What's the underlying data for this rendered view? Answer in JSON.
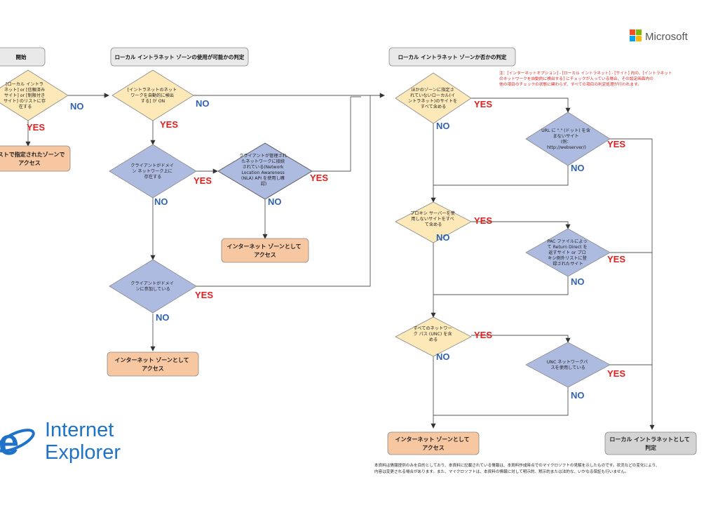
{
  "brand": {
    "microsoft": "Microsoft",
    "ie_line1": "Internet",
    "ie_line2": "Explorer"
  },
  "headers": {
    "start": "開始",
    "local_check": "ローカル イントラネット ゾーンの使用が可能かの判定",
    "zone_check": "ローカル イントラネット ゾーンか否かの判定"
  },
  "note": {
    "line1": "注：[インターネットオプション] - [ローカル イントラネット] - [サイト] 内の、[イントラネット",
    "line2": "のネットワークを自動的に検出する] にチェックが入っている場合、その設定画面内の",
    "line3": "他の項目のチェックの状態に関わらず、すべての項目の判定処理が行われます。"
  },
  "diamonds": {
    "d0": [
      "[ローカル イントラ",
      "ネット] or [信頼済み",
      "サイト] or [制限付き",
      "サイト] のリストに存",
      "在する"
    ],
    "d1": [
      "[イントラネットのネット",
      "ワークを自動的に検出",
      "する] が ON"
    ],
    "d2": [
      "クライアントがドメイ",
      "ン ネットワーク上に",
      "存在する"
    ],
    "d3": [
      "クライアントが管理され",
      "たネットワークに接続",
      "されている(Network",
      "Location Awareness",
      "(NLA) API を使用し確",
      "認)"
    ],
    "d4": [
      "クライアントがドメイ",
      "ンに参加している"
    ],
    "d5": [
      "ほかのゾーンに指定さ",
      "れていないローカル(イ",
      "ントラネット)のサイトを",
      "すべて含める"
    ],
    "d6": [
      "URL に \".\" (ドット) を含",
      "まないサイト",
      "(例：",
      "http://webserver/)"
    ],
    "d7": [
      "プロキシ サーバーを使",
      "用しないサイトをすべ",
      "て含める"
    ],
    "d8": [
      "PAC ファイルによっ",
      "て Return Direct を",
      "返すサイト or プロ",
      "キシ例外リストに登",
      "録されたサイト"
    ],
    "d9": [
      "すべてのネットワー",
      "ク パス (UNC) を含",
      "める"
    ],
    "d10": [
      "UNC ネットワークパ",
      "スを使用している"
    ]
  },
  "boxes": {
    "list_zone": [
      "リストで指定されたゾーンで",
      "アクセス"
    ],
    "internet1": [
      "インターネット ゾーンとして",
      "アクセス"
    ],
    "internet2": [
      "インターネット ゾーンとして",
      "アクセス"
    ],
    "internet3": [
      "インターネット ゾーンとして",
      "アクセス"
    ],
    "local": [
      "ローカル イントラネットとして",
      "判定"
    ]
  },
  "labels": {
    "yes": "YES",
    "no": "NO"
  },
  "disclaimer": {
    "line1": "本資料は情報提供のみを目的としており、本資料に記載されている情報は、本資料作成時点でのマイクロソフトの見解を示したものです。状況などの変化により、",
    "line2": "内容は変更される場合があります。また、マイクロソフトは、本資料の情報に対して明示的、黙示的または法的な、いかなる保証も行いません。"
  },
  "colors": {
    "diamond_yellow": "#fde9b8",
    "diamond_blue": "#aebbe0",
    "box_orange": "#f7c7a2",
    "box_gray": "#d4d4d4",
    "ie_blue": "#1e73c8"
  }
}
